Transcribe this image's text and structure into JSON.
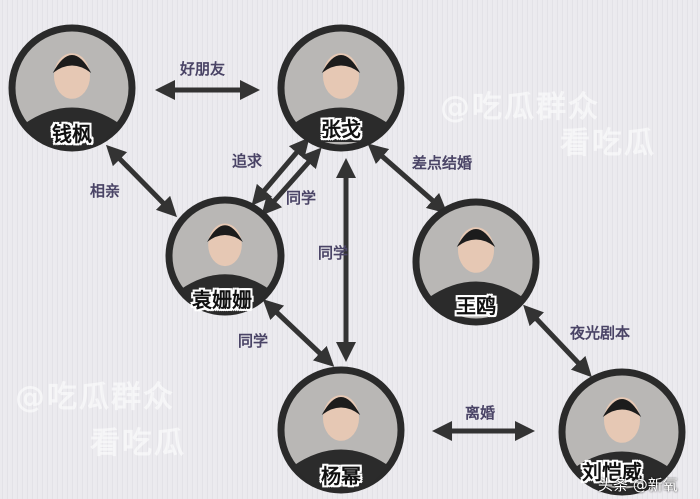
{
  "people": [
    {
      "id": "qianfeng",
      "name": "钱枫"
    },
    {
      "id": "zhangge",
      "name": "张戈"
    },
    {
      "id": "yuanshanshan",
      "name": "袁姗姗"
    },
    {
      "id": "wangou",
      "name": "王鸥"
    },
    {
      "id": "yangmi",
      "name": "杨幂"
    },
    {
      "id": "liukaiwei",
      "name": "刘恺威"
    }
  ],
  "relations": [
    {
      "from": "钱枫",
      "to": "张戈",
      "label": "好朋友"
    },
    {
      "from": "钱枫",
      "to": "袁姗姗",
      "label": "相亲"
    },
    {
      "from": "袁姗姗",
      "to": "张戈",
      "label": "追求"
    },
    {
      "from": "张戈",
      "to": "袁姗姗",
      "label": "同学"
    },
    {
      "from": "张戈",
      "to": "杨幂",
      "label": "同学"
    },
    {
      "from": "张戈",
      "to": "王鸥",
      "label": "差点结婚"
    },
    {
      "from": "袁姗姗",
      "to": "杨幂",
      "label": "同学"
    },
    {
      "from": "王鸥",
      "to": "刘恺威",
      "label": "夜光剧本"
    },
    {
      "from": "杨幂",
      "to": "刘恺威",
      "label": "离婚"
    }
  ],
  "watermarks": [
    "@吃瓜群众",
    "看吃瓜"
  ],
  "source": "头条 @新氧",
  "colors": {
    "arrow": "#333333",
    "label": "#4a4466",
    "ring": "#2a2a2a"
  }
}
